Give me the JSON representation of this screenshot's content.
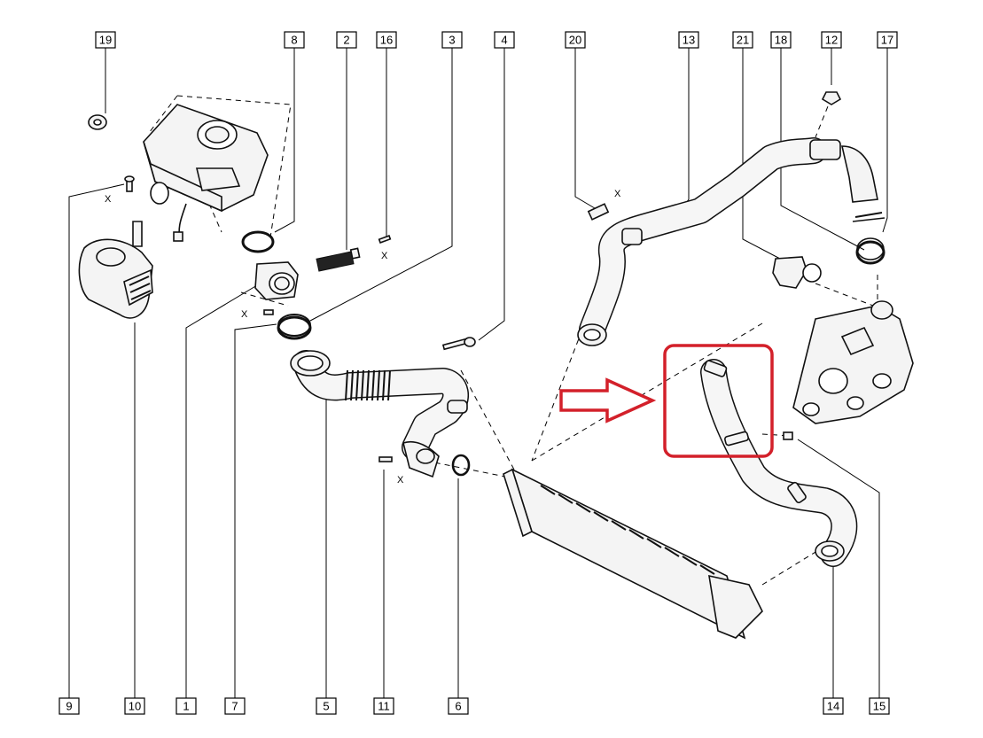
{
  "highlight": {
    "color": "#d3202a"
  },
  "callouts": [
    {
      "id": "c19",
      "label": "19"
    },
    {
      "id": "c8",
      "label": "8"
    },
    {
      "id": "c2",
      "label": "2"
    },
    {
      "id": "c16",
      "label": "16"
    },
    {
      "id": "c3",
      "label": "3"
    },
    {
      "id": "c4",
      "label": "4"
    },
    {
      "id": "c20",
      "label": "20"
    },
    {
      "id": "c13",
      "label": "13"
    },
    {
      "id": "c21",
      "label": "21"
    },
    {
      "id": "c18",
      "label": "18"
    },
    {
      "id": "c12",
      "label": "12"
    },
    {
      "id": "c17",
      "label": "17"
    },
    {
      "id": "c9",
      "label": "9"
    },
    {
      "id": "c10",
      "label": "10"
    },
    {
      "id": "c1",
      "label": "1"
    },
    {
      "id": "c7",
      "label": "7"
    },
    {
      "id": "c5",
      "label": "5"
    },
    {
      "id": "c11",
      "label": "11"
    },
    {
      "id": "c6",
      "label": "6"
    },
    {
      "id": "c14",
      "label": "14"
    },
    {
      "id": "c15",
      "label": "15"
    }
  ],
  "marks": {
    "x": "X"
  }
}
